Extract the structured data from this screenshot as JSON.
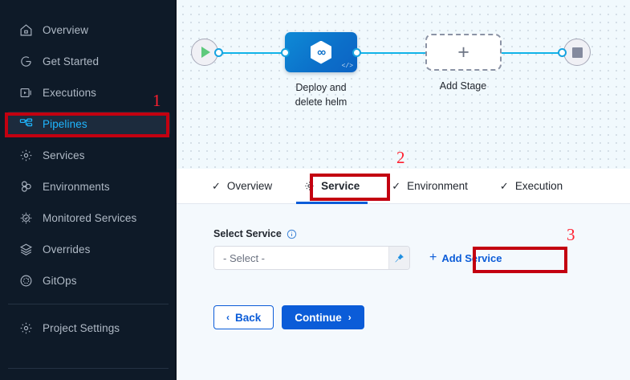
{
  "sidebar": {
    "items": [
      {
        "label": "Overview",
        "icon": "home-icon",
        "active": false
      },
      {
        "label": "Get Started",
        "icon": "get-started-icon",
        "active": false
      },
      {
        "label": "Executions",
        "icon": "executions-icon",
        "active": false
      },
      {
        "label": "Pipelines",
        "icon": "pipelines-icon",
        "active": true
      },
      {
        "label": "Services",
        "icon": "gear-icon",
        "active": false
      },
      {
        "label": "Environments",
        "icon": "environments-icon",
        "active": false
      },
      {
        "label": "Monitored Services",
        "icon": "monitored-services-icon",
        "active": false
      },
      {
        "label": "Overrides",
        "icon": "layers-icon",
        "active": false
      },
      {
        "label": "GitOps",
        "icon": "gitops-icon",
        "active": false
      }
    ],
    "footer": {
      "label": "Project Settings",
      "icon": "gear-icon"
    }
  },
  "canvas": {
    "start_node": "start-play-node",
    "end_node": "end-stop-node",
    "stage": {
      "label_line1": "Deploy and",
      "label_line2": "delete helm",
      "code_badge": "</>"
    },
    "add_stage": {
      "label": "Add Stage",
      "glyph": "+"
    }
  },
  "tabs": [
    {
      "label": "Overview",
      "icon": "check-icon",
      "active": false
    },
    {
      "label": "Service",
      "icon": "gear-icon",
      "active": true
    },
    {
      "label": "Environment",
      "icon": "check-icon",
      "active": false
    },
    {
      "label": "Execution",
      "icon": "check-icon",
      "active": false
    }
  ],
  "form": {
    "select_service_label": "Select Service",
    "select_placeholder": "- Select -",
    "add_service_label": "Add Service",
    "add_service_plus": "+",
    "pin_icon": "pin-icon",
    "info_icon": "info-icon",
    "back_label": "Back",
    "back_chevron": "‹",
    "continue_label": "Continue",
    "continue_chevron": "›"
  },
  "annotations": [
    {
      "number": "1",
      "target": "sidebar-item-pipelines"
    },
    {
      "number": "2",
      "target": "tab-service"
    },
    {
      "number": "3",
      "target": "add-service-button"
    }
  ],
  "colors": {
    "sidebar_bg": "#0e1a28",
    "active_nav_text": "#1fb6ff",
    "accent_blue": "#0b5cd8",
    "edge_blue": "#11b3e8",
    "annotation_red": "#c30010"
  }
}
